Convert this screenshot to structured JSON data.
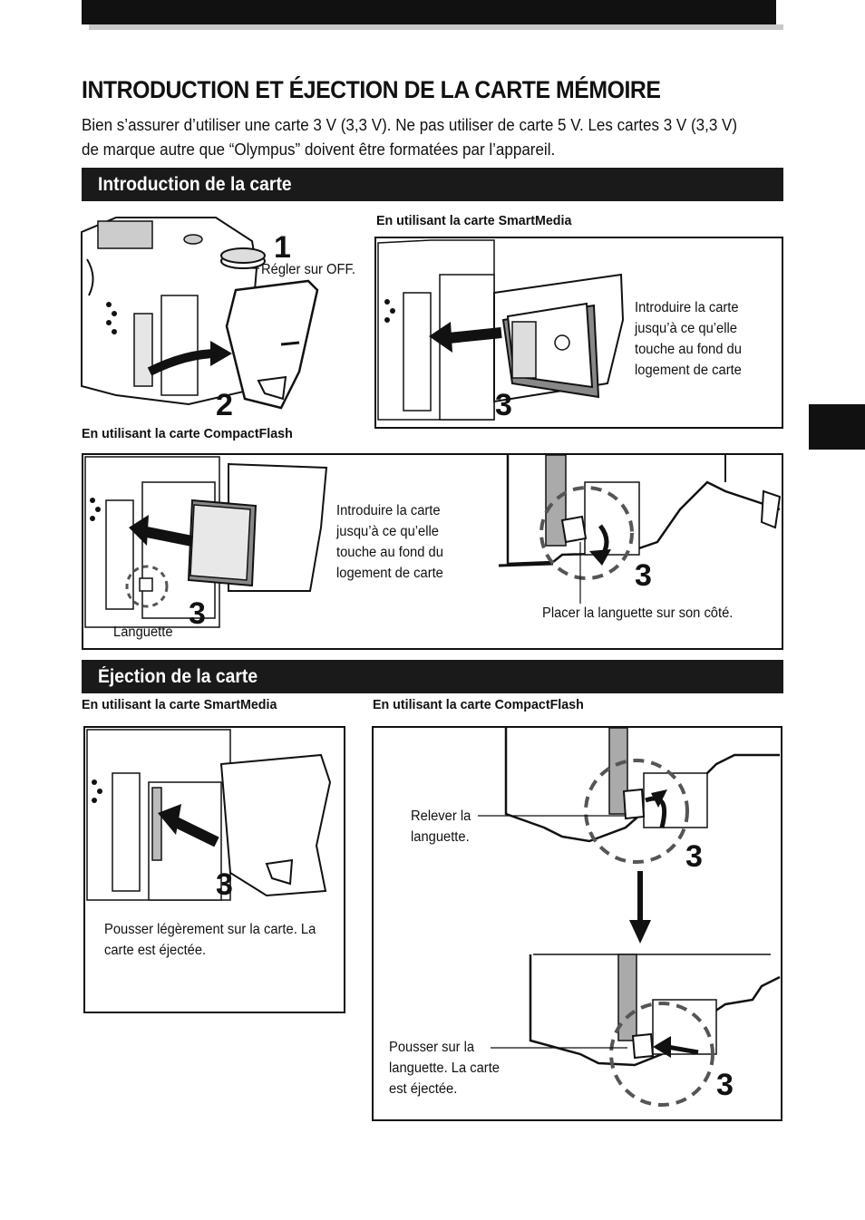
{
  "page": {
    "title": "INTRODUCTION ET ÉJECTION DE LA CARTE MÉMOIRE",
    "intro": "Bien s’assurer d’utiliser une carte 3 V (3,3 V). Ne pas utiliser de carte 5 V. Les cartes 3 V (3,3 V) de marque autre que “Olympus” doivent être formatées par l’appareil."
  },
  "insert_section": {
    "heading": "Introduction de la carte",
    "camera_panel": {
      "step1": "1",
      "step2": "2",
      "callout": "Régler sur OFF."
    },
    "smartmedia": {
      "label": "En utilisant la carte SmartMedia",
      "step": "3",
      "caption": "Introduire la carte jusqu’à ce qu’elle touche au fond du logement de carte"
    },
    "compactflash": {
      "label": "En utilisant la carte CompactFlash",
      "step_left": "3",
      "step_right": "3",
      "caption": "Introduire la carte jusqu’à ce qu’elle touche au fond du logement de carte",
      "tab_label": "Languette",
      "tab_caption": "Placer la languette sur son côté."
    }
  },
  "eject_section": {
    "heading": "Éjection de la carte",
    "smartmedia": {
      "label": "En utilisant la carte SmartMedia",
      "step": "3",
      "caption": "Pousser légèrement sur la carte. La carte est éjectée."
    },
    "compactflash": {
      "label": "En utilisant la carte CompactFlash",
      "step_top": "3",
      "step_bottom": "3",
      "caption_top": "Relever la languette.",
      "caption_bottom": "Pousser sur la languette. La carte est éjectée."
    }
  }
}
